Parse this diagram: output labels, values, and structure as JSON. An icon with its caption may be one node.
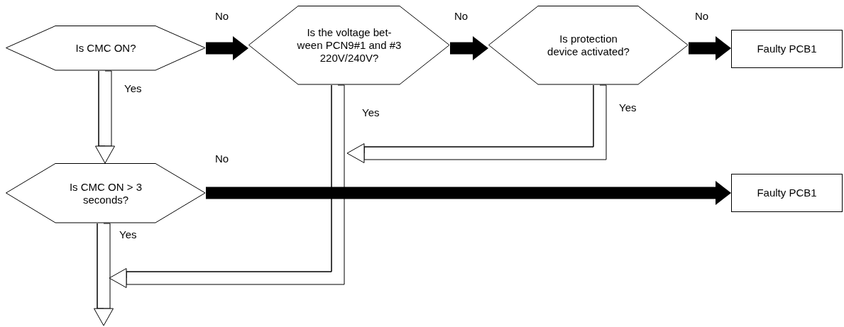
{
  "diagram": {
    "nodes": [
      {
        "text": [
          "Is CMC ON?"
        ]
      },
      {
        "text": [
          "Is the voltage bet- ween PCN9#1 and #3 220V/240V?"
        ]
      },
      {
        "text": [
          "Is protection device activated?"
        ]
      },
      {
        "text": [
          "Faulty PCB1"
        ]
      },
      {
        "text": [
          "Is CMC ON > 3 seconds?"
        ]
      },
      {
        "text": [
          "Faulty PCB1"
        ]
      }
    ],
    "edges": [
      {
        "from": 0,
        "to": 1,
        "arrow": "to",
        "label": "No",
        "style": "thick"
      },
      {
        "from": 1,
        "to": 2,
        "arrow": "to",
        "label": "No",
        "style": "thick"
      },
      {
        "from": 2,
        "to": 3,
        "arrow": "to",
        "label": "No",
        "style": "thick"
      },
      {
        "from": 0,
        "to": 4,
        "arrow": "to",
        "label": "Yes"
      },
      {
        "from": 4,
        "to": 5,
        "arrow": "to",
        "label": "No",
        "style": "thick"
      },
      {
        "from": 4,
        "to": null,
        "arrow": "to",
        "label": "Yes"
      },
      {
        "from": 1,
        "to": null,
        "arrow": "to",
        "label": "Yes"
      },
      {
        "from": 2,
        "to": null,
        "arrow": "to",
        "label": "Yes"
      }
    ]
  }
}
